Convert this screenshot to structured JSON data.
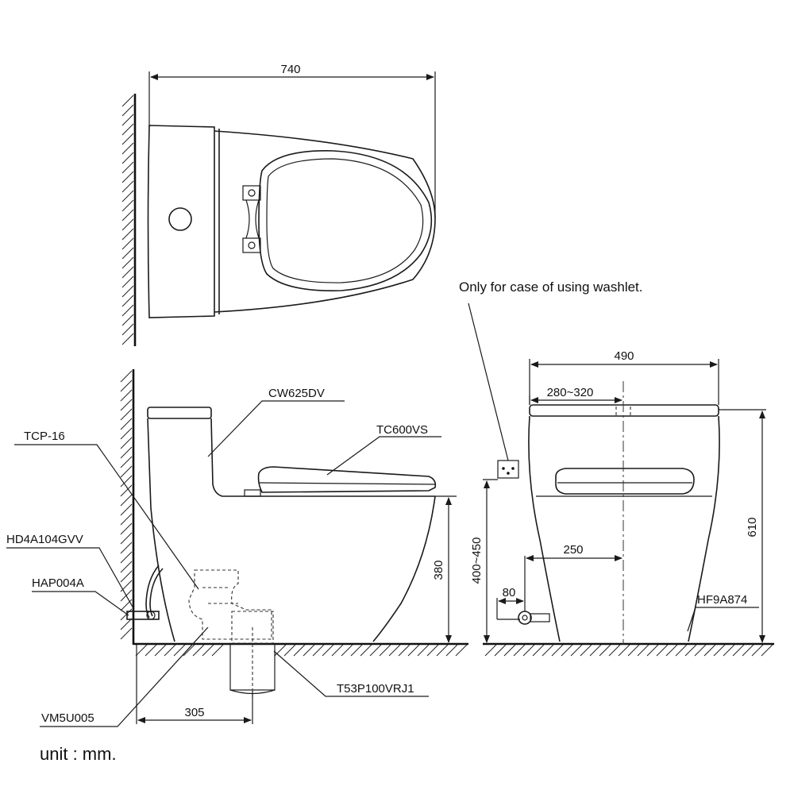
{
  "note": "Only for case of using washlet.",
  "unit": "unit : mm.",
  "dimensions": {
    "top_width": "740",
    "front_width": "490",
    "seat_range": "280~320",
    "height_total": "610",
    "height_side": "380",
    "supply_height": "400~450",
    "drain_offset": "250",
    "supply_offset": "80",
    "rough_in": "305"
  },
  "parts": {
    "bowl": "CW625DV",
    "seat": "TC600VS",
    "trap": "TCP-16",
    "hose": "HD4A104GVV",
    "stop_valve": "HAP004A",
    "flange": "VM5U005",
    "drain": "T53P100VRJ1",
    "front_valve": "HF9A874"
  }
}
